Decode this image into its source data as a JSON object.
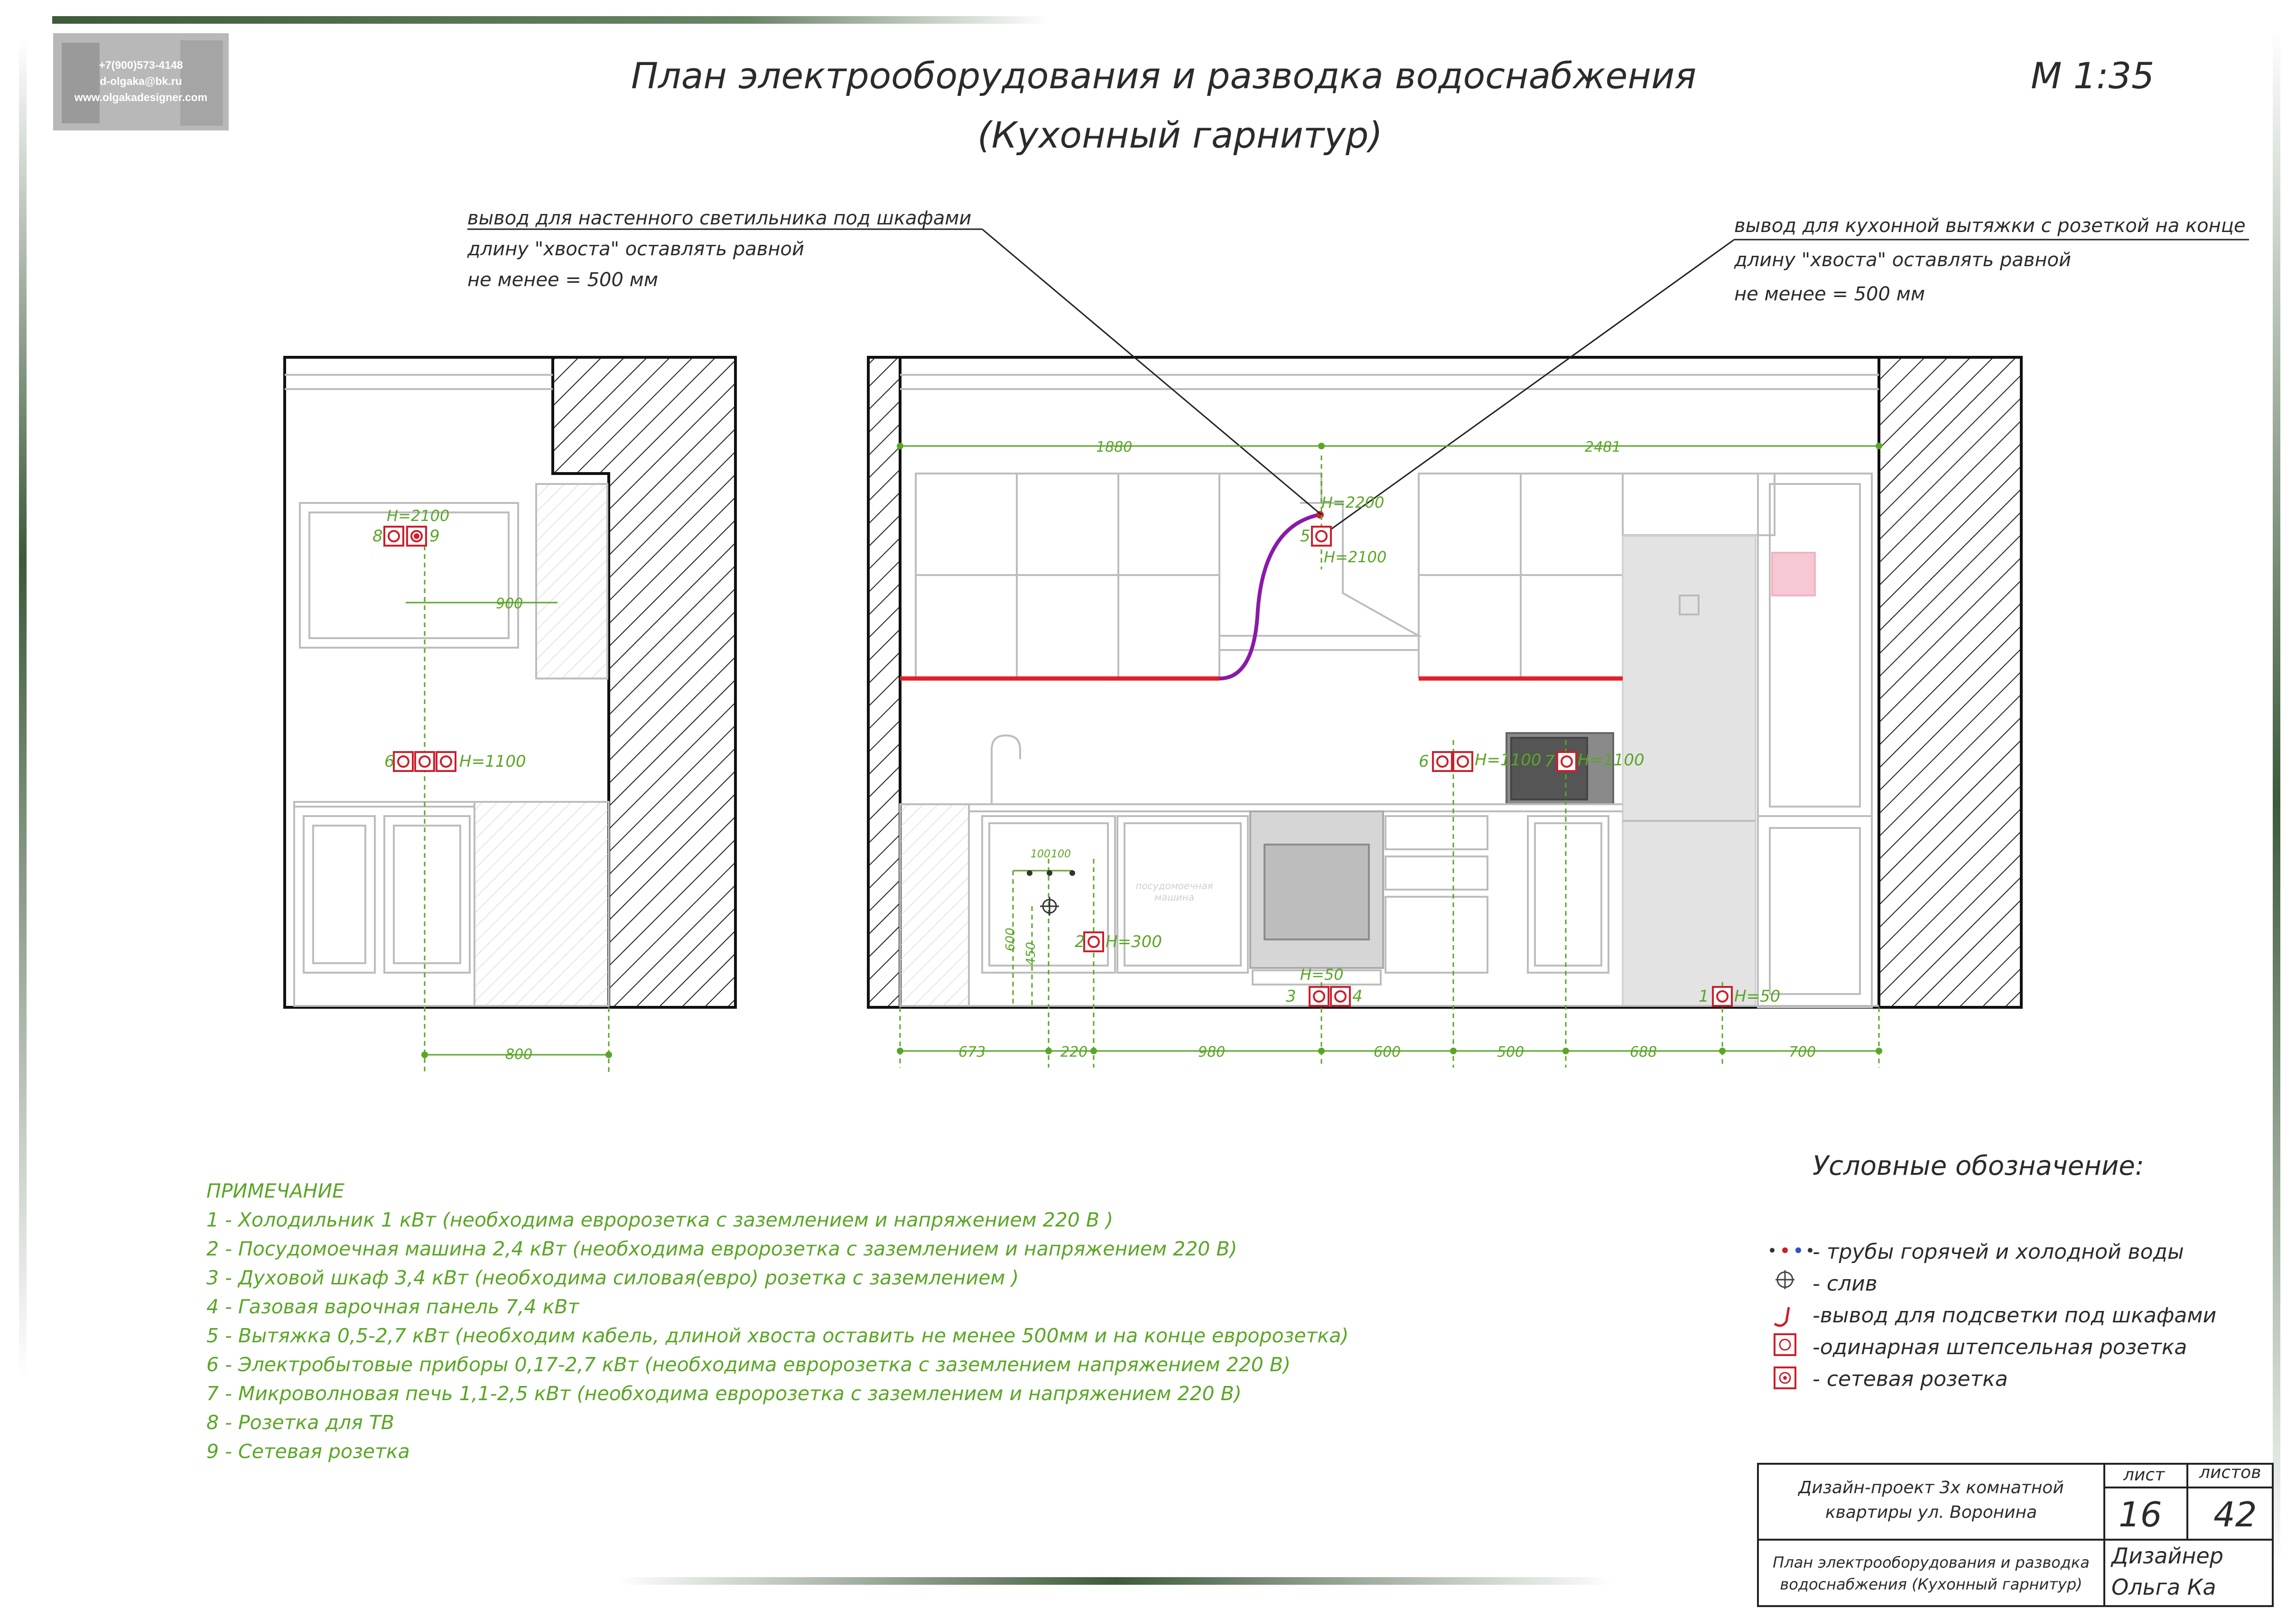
{
  "header": {
    "contacts": [
      "+7(900)573-4148",
      "d-olgaka@bk.ru",
      "www.olgakadesigner.com"
    ],
    "title_line1": "План электрооборудования и разводка водоснабжения",
    "title_line2": "(Кухонный гарнитур)",
    "scale": "М 1:35"
  },
  "callouts": {
    "left": [
      "вывод для настенного светильника под шкафами",
      "длину \"хвоста\" оставлять равной",
      "не менее = 500 мм"
    ],
    "right": [
      "вывод для кухонной вытяжки с розеткой на конце",
      "длину \"хвоста\" оставлять равной",
      "не менее = 500 мм"
    ]
  },
  "side_view": {
    "h2100": "H=2100",
    "n8": "8",
    "n9": "9",
    "d900": "900",
    "n6": "6",
    "h1100": "H=1100",
    "d800": "800"
  },
  "front_view": {
    "top_dims": [
      "1880",
      "2481"
    ],
    "h2200": "H=2200",
    "n5": "5",
    "h2100": "H=2100",
    "n6": "6",
    "h1100a": "H=1100",
    "n7": "7",
    "h1100b": "H=1100",
    "d100a": "100",
    "d100b": "100",
    "d600": "600",
    "d450": "450",
    "n2": "2",
    "h300": "H=300",
    "h50a": "H=50",
    "n3": "3",
    "n4": "4",
    "n1": "1",
    "h50b": "H=50",
    "dishwasher": "посудомоечная машина",
    "bottom_dims": [
      "673",
      "220",
      "980",
      "600",
      "500",
      "688",
      "700"
    ]
  },
  "notes": {
    "heading": "ПРИМЕЧАНИЕ",
    "items": [
      "1 - Холодильник 1 кВт (необходима евророзетка с заземлением и напряжением 220 В )",
      "2 - Посудомоечная машина 2,4 кВт (необходима евророзетка с заземлением и напряжением 220 В)",
      "3 - Духовой шкаф 3,4 кВт (необходима силовая(евро) розетка с заземлением )",
      "4 - Газовая варочная панель 7,4 кВт",
      "5 - Вытяжка 0,5-2,7 кВт (необходим кабель, длиной хвоста оставить не менее 500мм и на конце евророзетка)",
      "6 - Электробытовые приборы 0,17-2,7 кВт (необходима евророзетка с заземлением напряжением 220 В)",
      "7 - Микроволновая печь 1,1-2,5 кВт (необходима евророзетка с заземлением и напряжением 220 В)",
      "8 - Розетка для ТВ",
      "9 - Сетевая розетка"
    ]
  },
  "legend": {
    "heading": "Условные обозначение:",
    "items": [
      {
        "icon": "pipes-icon",
        "label": "- трубы горячей и холодной воды"
      },
      {
        "icon": "drain-icon",
        "label": "- слив"
      },
      {
        "icon": "light-outlet-icon",
        "label": "-вывод для подсветки под шкафами"
      },
      {
        "icon": "socket-icon",
        "label": "-одинарная штепсельная розетка"
      },
      {
        "icon": "network-socket-icon",
        "label": "- сетевая розетка"
      }
    ]
  },
  "title_block": {
    "project": [
      "Дизайн-проект 3х комнатной",
      "квартиры ул. Воронина"
    ],
    "sheet_label": "лист",
    "sheets_label": "листов",
    "sheet": "16",
    "sheets": "42",
    "drawing": [
      "План электрооборудования и разводка",
      "водоснабжения (Кухонный гарнитур)"
    ],
    "role": "Дизайнер",
    "author": "Ольга Ка"
  },
  "colors": {
    "dims": "#5aa626",
    "socket": "#cc1f2a",
    "purple": "#8a1aa8",
    "hatch": "#222222"
  }
}
